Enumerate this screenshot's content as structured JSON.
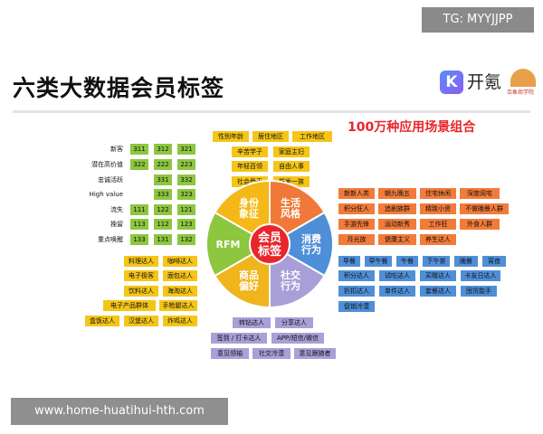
{
  "watermarks": {
    "top": "TG: MYYJJPP",
    "bottom": "www.home-huatihui-hth.com"
  },
  "title": "六类大数据会员标签",
  "logo": {
    "k": "K",
    "name": "开氪",
    "school": "亞象商学院"
  },
  "scenario_title": "100万种应用场景组合",
  "rfm": {
    "rows": [
      {
        "label": "新客",
        "codes": [
          "311",
          "312",
          "321"
        ]
      },
      {
        "label": "潜在高价值",
        "codes": [
          "322",
          "222",
          "223"
        ]
      },
      {
        "label": "忠诚活跃",
        "codes": [
          "331",
          "332"
        ]
      },
      {
        "label": "High value",
        "codes": [
          "333",
          "323"
        ]
      },
      {
        "label": "流失",
        "codes": [
          "111",
          "122",
          "121"
        ]
      },
      {
        "label": "挽留",
        "codes": [
          "113",
          "112",
          "123"
        ]
      },
      {
        "label": "重点唤醒",
        "codes": [
          "133",
          "131",
          "132"
        ]
      }
    ]
  },
  "preference_tags": [
    [
      "料理达人",
      "咖啡达人"
    ],
    [
      "电子极客",
      "面包达人"
    ],
    [
      "饮料达人",
      "海淘达人"
    ],
    [
      "电子产品群体",
      "手枪腿达人"
    ],
    [
      "盒饭达人",
      "汉堡达人",
      "炸鸡达人"
    ]
  ],
  "identity_tags": [
    [
      "性别年龄",
      "居住地区",
      "工作地区"
    ],
    [
      "辛苦学子",
      "家庭主妇"
    ],
    [
      "年轻百领",
      "自由人事"
    ],
    [
      "社会骨干",
      "拔发一族"
    ]
  ],
  "lifestyle_tags": [
    [
      "新新人类",
      "朝九晚五",
      "住宅休闲",
      "深度阅宅"
    ],
    [
      "积分狂人",
      "追剧族群",
      "精致小资",
      "不做晚餐人群"
    ],
    [
      "手游先锋",
      "运动新秀",
      "工作狂",
      "外食人群"
    ],
    [
      "月光族",
      "健康主义",
      "养生达人"
    ]
  ],
  "consumption_tags": [
    [
      "早餐",
      "早午餐",
      "午餐",
      "下午茶",
      "晚餐",
      "宵夜"
    ],
    [
      "积分达人",
      "试吃达人",
      "买赠达人",
      "卡友日达人"
    ],
    [
      "折扣达人",
      "单件达人",
      "套餐达人",
      "囤货能手"
    ],
    [
      "促销冷漠"
    ]
  ],
  "social_tags": [
    [
      "转钻达人",
      "分享达人"
    ],
    [
      "签到 / 打卡达人",
      "APP/短信/微信"
    ],
    [
      "意见领袖",
      "社交冷漠",
      "意见跟随者"
    ]
  ],
  "wheel": {
    "center": "会员\n标签",
    "segments": [
      {
        "label": "身份\n象征",
        "color": "#f5b818"
      },
      {
        "label": "生活\n风格",
        "color": "#f0793a"
      },
      {
        "label": "消费\n行为",
        "color": "#4f8fd8"
      },
      {
        "label": "社交\n行为",
        "color": "#a89ed8"
      },
      {
        "label": "商品\n偏好",
        "color": "#f0b41c"
      },
      {
        "label": "RFM",
        "color": "#8dc63f"
      }
    ],
    "center_color": "#e8262b"
  }
}
